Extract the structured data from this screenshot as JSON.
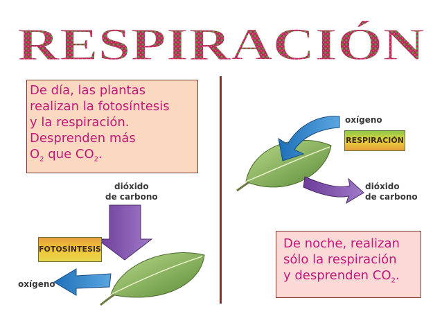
{
  "title": "RESPIRACIÓN",
  "day_box": {
    "line1": "De día, las plantas",
    "line2": "realizan la fotosíntesis",
    "line3": "y la respiración.",
    "line4": "Desprenden más",
    "o2": "O",
    "o2_sub": "2",
    "que": " que CO",
    "co2_sub": "2",
    "end": "."
  },
  "night_box": {
    "line1": "De noche, realizan",
    "line2": "sólo la respiración",
    "line3": "y desprenden CO",
    "co2_sub": "2",
    "end": "."
  },
  "left_diagram": {
    "co2_label_1": "dióxido",
    "co2_label_2": "de carbono",
    "tag": "FOTOSÍNTESIS",
    "oxygen_label": "oxígeno"
  },
  "right_diagram": {
    "oxygen_label": "oxígeno",
    "tag": "RESPIRACIÓN",
    "co2_label_1": "dióxido",
    "co2_label_2": "de carbono"
  }
}
